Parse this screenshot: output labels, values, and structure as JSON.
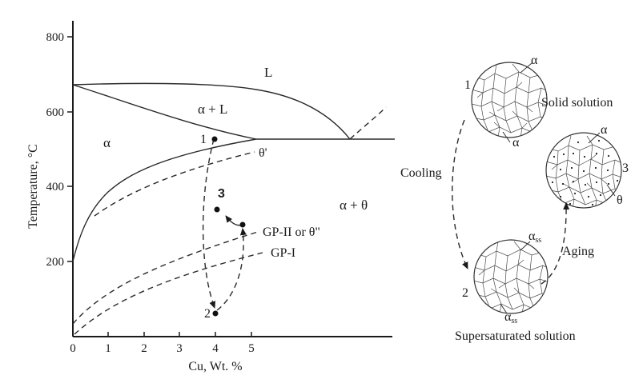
{
  "phase_diagram": {
    "y_axis_title": "Temperature, °C",
    "x_axis_title": "Cu, Wt. %",
    "y_ticks": [
      "800",
      "600",
      "400",
      "200"
    ],
    "x_ticks": [
      "0",
      "1",
      "2",
      "3",
      "4",
      "5"
    ],
    "regions": {
      "liquid": "L",
      "alpha_plus_liquid": "α + L",
      "alpha": "α",
      "alpha_plus_theta": "α + θ"
    },
    "solvus_labels": {
      "theta_prime": "θ'",
      "gp2": "GP-II or θ\"",
      "gp1": "GP-I"
    },
    "points": {
      "p1": "1",
      "p2": "2",
      "p3": "3"
    }
  },
  "microstructures": {
    "solid_solution": {
      "number": "1",
      "title": "Solid solution",
      "phase_top": "α",
      "phase_bottom": "α"
    },
    "aged": {
      "number": "3",
      "phase_alpha": "α",
      "phase_theta": "θ"
    },
    "supersaturated": {
      "number": "2",
      "title": "Supersaturated solution",
      "phase_top": "α",
      "phase_top_sub": "ss",
      "phase_bottom": "α",
      "phase_bottom_sub": "ss"
    },
    "arrows": {
      "cooling": "Cooling",
      "aging": "Aging"
    }
  }
}
